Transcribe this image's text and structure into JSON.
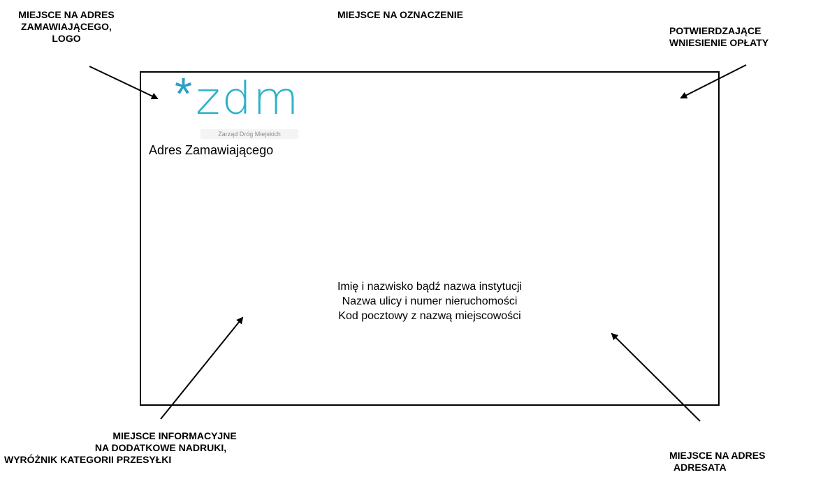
{
  "labels": {
    "sender_area": [
      "MIEJSCE NA ADRES",
      "ZAMAWIAJĄCEGO,",
      "LOGO"
    ],
    "marking_area": "MIEJSCE NA OZNACZENIE",
    "payment_area": [
      "POTWIERDZAJĄCE",
      "WNIESIENIE OPŁATY"
    ],
    "info_area": [
      "MIEJSCE INFORMACYJNE",
      "NA DODATKOWE NADRUKI,",
      "WYRÓŻNIK KATEGORII PRZESYŁKI"
    ],
    "recipient_area": [
      "MIEJSCE NA ADRES",
      "ADRESATA"
    ]
  },
  "envelope": {
    "logo": {
      "star": "*",
      "text": "zdm",
      "subtitle": "Zarząd Dróg Miejskich"
    },
    "sender_address": "Adres Zamawiającego",
    "recipient_lines": [
      "Imię i nazwisko bądź nazwa instytucji",
      "Nazwa ulicy i numer nieruchomości",
      "Kod pocztowy z nazwą miejscowości"
    ]
  },
  "colors": {
    "logo_star": "#2e9fbf",
    "logo_text": "#2eb2c8",
    "border": "#000000"
  }
}
